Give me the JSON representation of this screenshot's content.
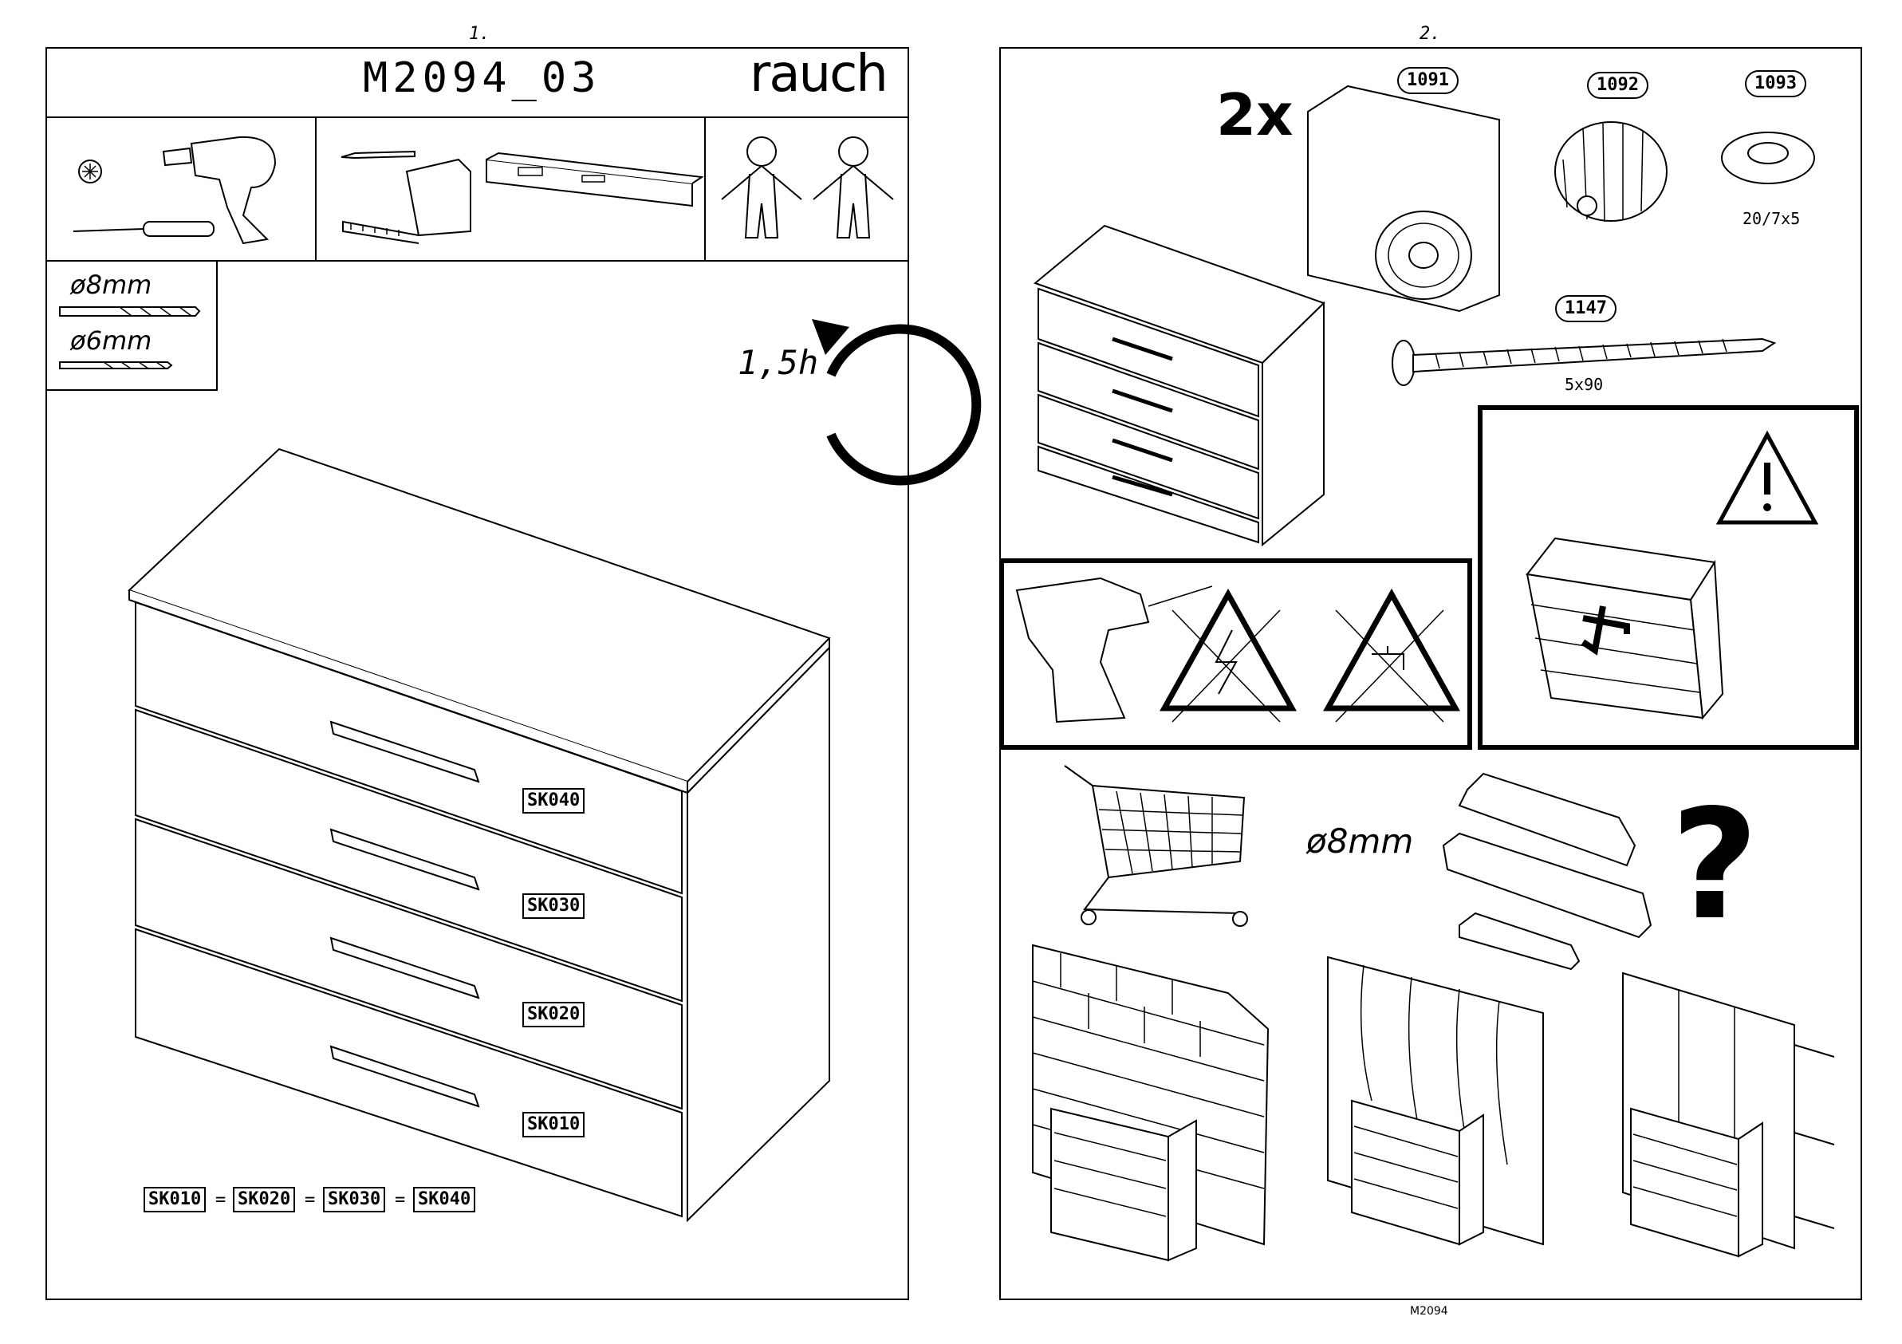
{
  "pages": {
    "left": {
      "page_number": "1.",
      "model": "M2094_03",
      "brand": "rauch",
      "drills": [
        "ø8mm",
        "ø6mm"
      ],
      "time": "1,5h",
      "labels": [
        "SK040",
        "SK030",
        "SK020",
        "SK010"
      ],
      "equation": {
        "items": [
          "SK010",
          "SK020",
          "SK030",
          "SK040"
        ],
        "separator": "="
      }
    },
    "right": {
      "page_number": "2.",
      "multiplier": "2x",
      "parts": [
        {
          "id": "1091"
        },
        {
          "id": "1092"
        },
        {
          "id": "1093",
          "dim": "20/7x5"
        },
        {
          "id": "1147",
          "dim": "5x90"
        }
      ],
      "dowel_size": "ø8mm",
      "question": "?",
      "footer": "M2094"
    }
  }
}
